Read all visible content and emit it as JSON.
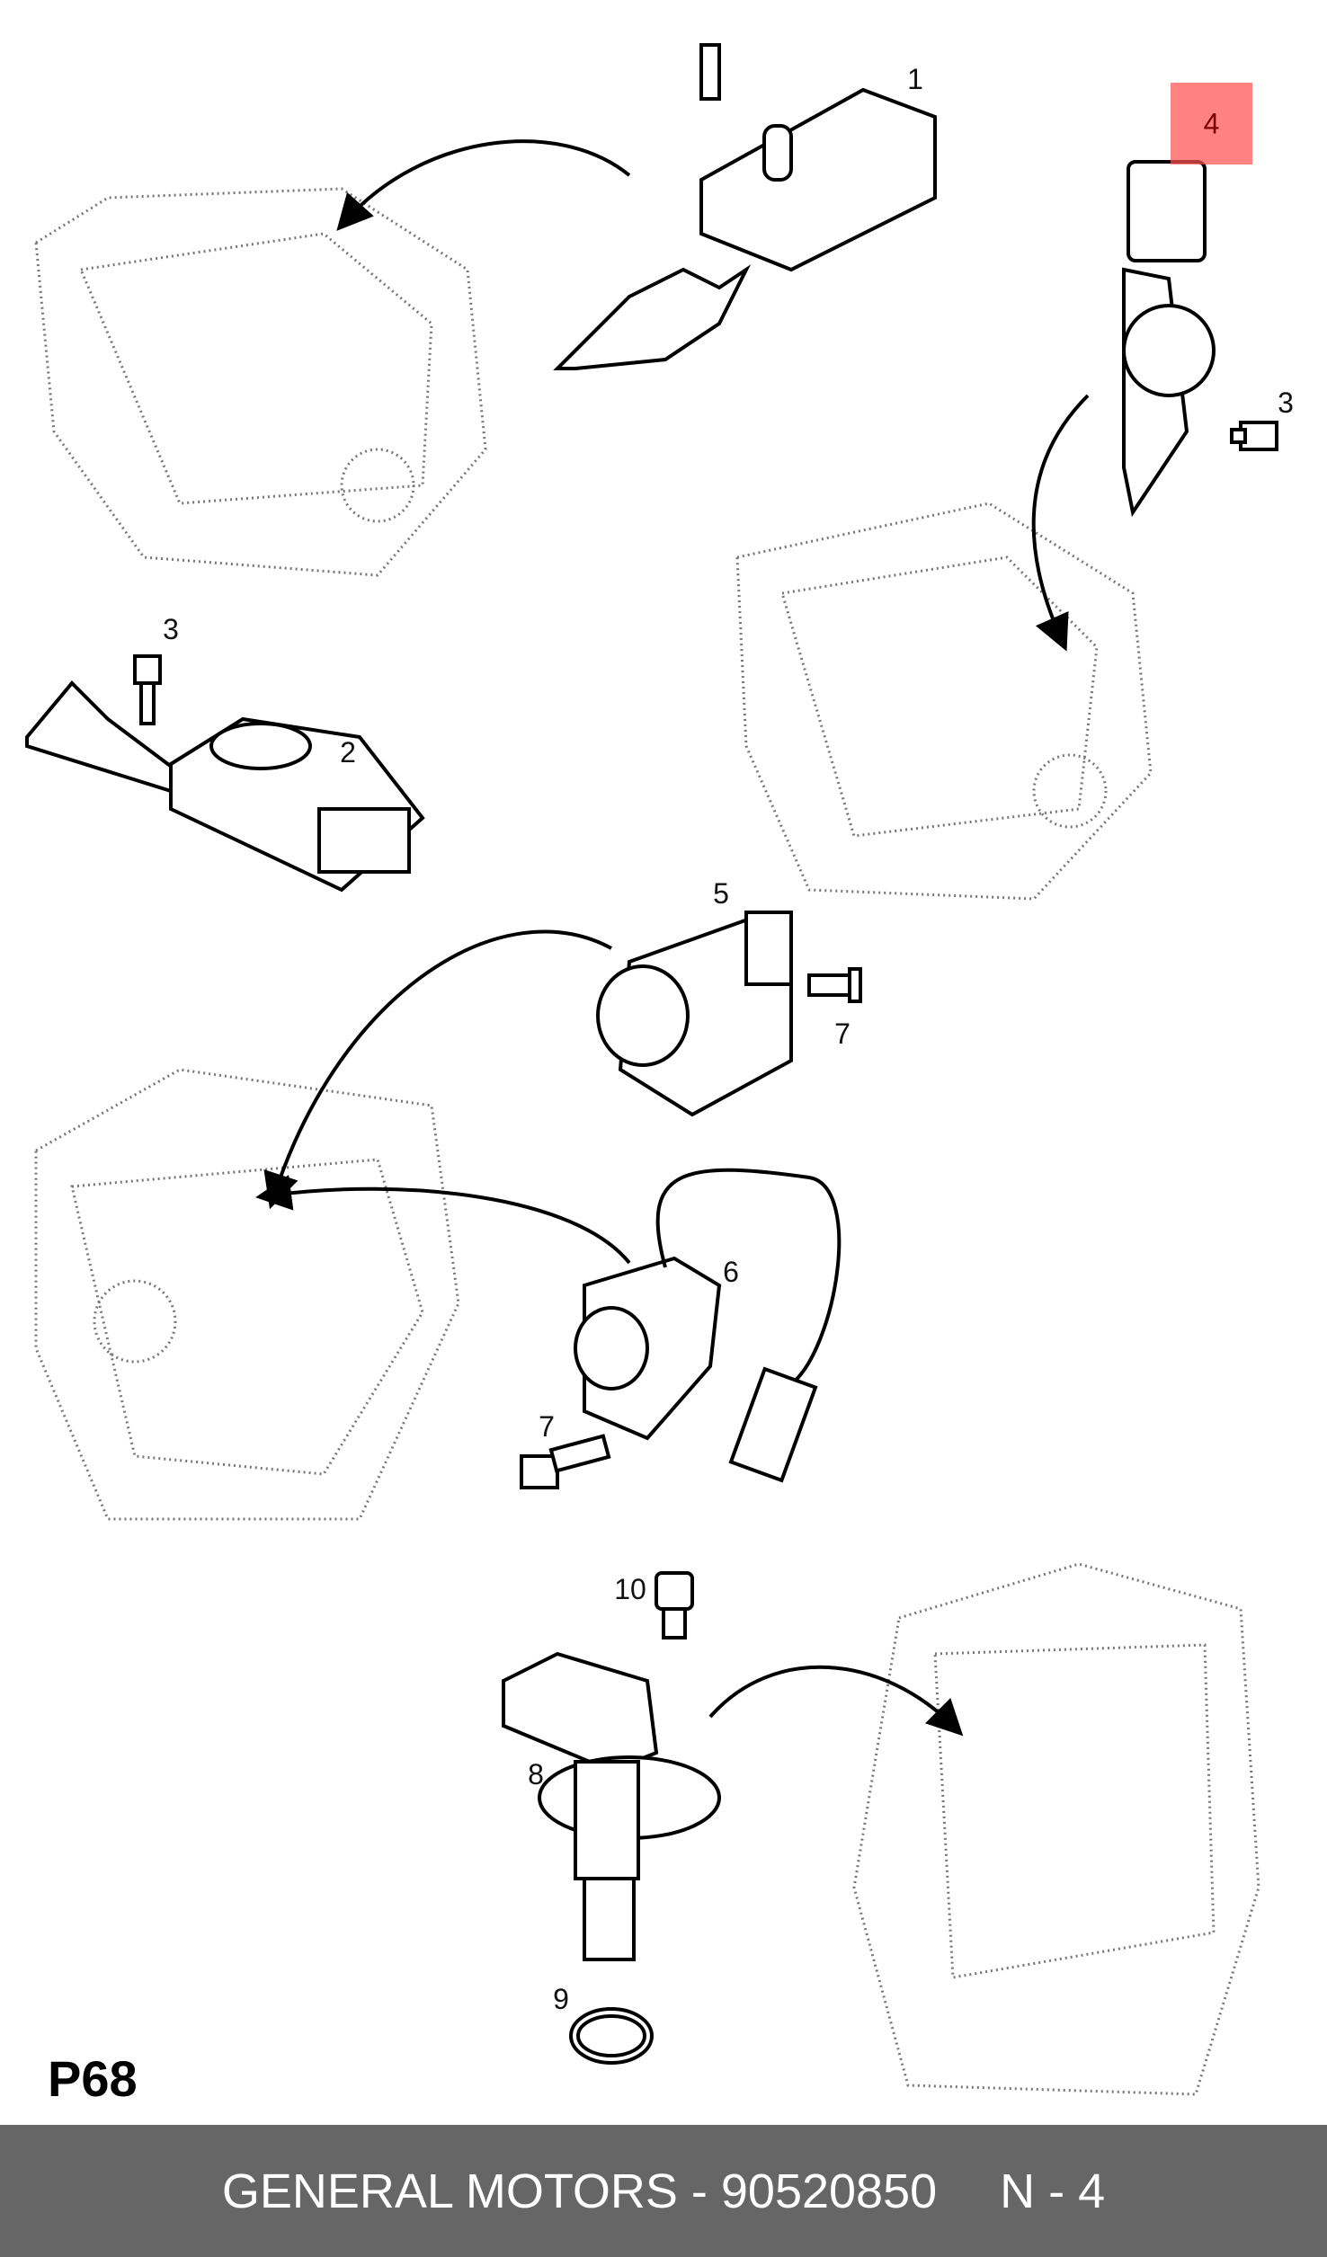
{
  "diagram": {
    "page_code": "P68",
    "callouts": [
      "1",
      "2",
      "3",
      "3",
      "4",
      "5",
      "6",
      "7",
      "7",
      "8",
      "9",
      "10"
    ],
    "highlighted_callout": "4",
    "highlight_color": "#ff5050"
  },
  "footer": {
    "brand_part": "GENERAL MOTORS - 90520850",
    "ref": "N - 4",
    "background": "#666666"
  }
}
